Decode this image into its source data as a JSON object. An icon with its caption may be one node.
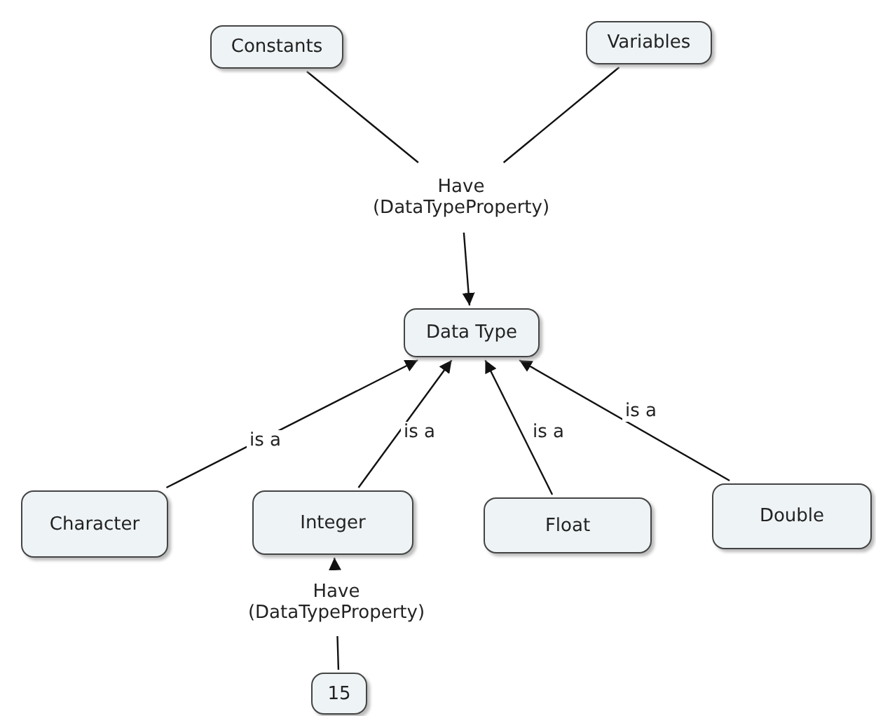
{
  "diagram": {
    "nodes": [
      {
        "text": [
          "Constants"
        ]
      },
      {
        "text": [
          "Variables"
        ]
      },
      {
        "text": [
          "Have (DataTypeProperty)"
        ]
      },
      {
        "text": [
          "Data Type"
        ]
      },
      {
        "text": [
          "Character"
        ]
      },
      {
        "text": [
          "Integer"
        ]
      },
      {
        "text": [
          "Float"
        ]
      },
      {
        "text": [
          "Double"
        ]
      },
      {
        "text": [
          "Have (DataTypeProperty)"
        ]
      },
      {
        "text": [
          "15"
        ]
      }
    ],
    "edges": [
      {
        "from": 0,
        "to": 2,
        "arrow": "none"
      },
      {
        "from": 1,
        "to": 2,
        "arrow": "none"
      },
      {
        "from": 2,
        "to": 3,
        "arrow": "to"
      },
      {
        "from": 4,
        "to": 3,
        "label": "is a",
        "arrow": "to"
      },
      {
        "from": 5,
        "to": 3,
        "label": "is a",
        "arrow": "to"
      },
      {
        "from": 6,
        "to": 3,
        "label": "is a",
        "arrow": "to"
      },
      {
        "from": 7,
        "to": 3,
        "label": "is a",
        "arrow": "to"
      },
      {
        "from": 9,
        "to": 8,
        "arrow": "none"
      },
      {
        "from": 8,
        "to": 5,
        "arrow": "to"
      }
    ]
  }
}
